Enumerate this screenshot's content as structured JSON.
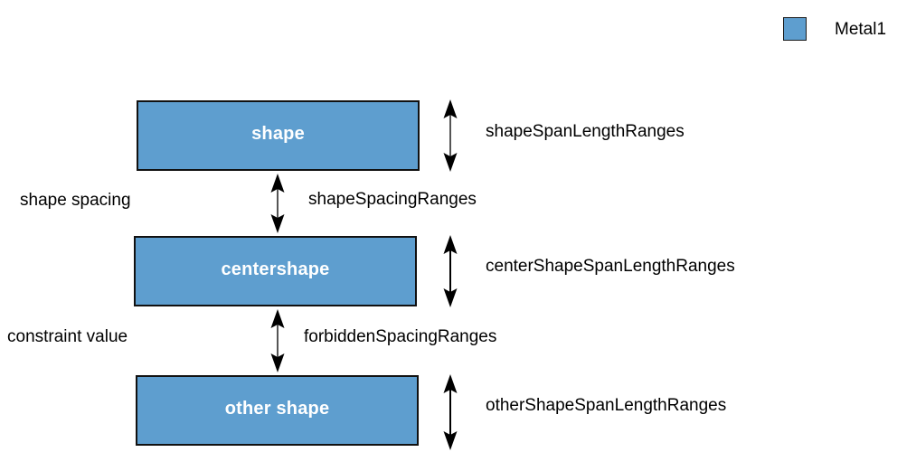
{
  "legend": {
    "swatch_color": "#5e9ecf",
    "swatch_border_color": "#1a1a1a",
    "label": "Metal1",
    "icon": "color-swatch-icon"
  },
  "shapes": [
    {
      "id": "shape",
      "label": "shape",
      "fill": "#5e9ecf",
      "border": "#111111"
    },
    {
      "id": "centershape",
      "label": "centershape",
      "fill": "#5e9ecf",
      "border": "#111111"
    },
    {
      "id": "othershape",
      "label": "other shape",
      "fill": "#5e9ecf",
      "border": "#111111"
    }
  ],
  "span_annotations": [
    {
      "id": "shape_span",
      "label": "shapeSpanLengthRanges",
      "arrow": "double-headed-vertical-arrow-icon"
    },
    {
      "id": "centershape_span",
      "label": "centerShapeSpanLengthRanges",
      "arrow": "double-headed-vertical-arrow-icon"
    },
    {
      "id": "othershape_span",
      "label": "otherShapeSpanLengthRanges",
      "arrow": "double-headed-vertical-arrow-icon"
    }
  ],
  "spacing_annotations": [
    {
      "id": "shape_spacing",
      "left_label": "shape spacing",
      "right_label": "shapeSpacingRanges",
      "arrow": "double-headed-vertical-arrow-icon"
    },
    {
      "id": "forbidden_spacing",
      "left_label": "constraint value",
      "right_label": "forbiddenSpacingRanges",
      "arrow": "double-headed-vertical-arrow-icon"
    }
  ],
  "colors": {
    "shape_fill": "#5e9ecf",
    "shape_border": "#111111",
    "arrow": "#000000",
    "text": "#000000",
    "shape_text": "#ffffff",
    "background": "#ffffff"
  }
}
